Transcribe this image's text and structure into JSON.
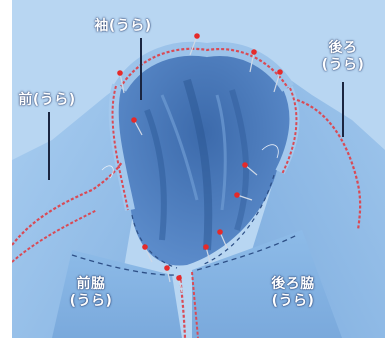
{
  "photo": {
    "subject": "sleeve-attachment",
    "colors": {
      "fabric_light": "#9ec4ea",
      "fabric_mid": "#7ba9dc",
      "fabric_dark": "#3f6fb0",
      "fabric_shadow": "#2d558f",
      "serger_thread": "#d94a55",
      "pin_head": "#e52a2a"
    }
  },
  "labels": {
    "sleeve_inside": "袖(うら)",
    "front_inside": "前(うら)",
    "back_inside": "後ろ\n(うら)",
    "front_side_inside": "前脇\n(うら)",
    "back_side_inside": "後ろ脇\n(うら)"
  }
}
